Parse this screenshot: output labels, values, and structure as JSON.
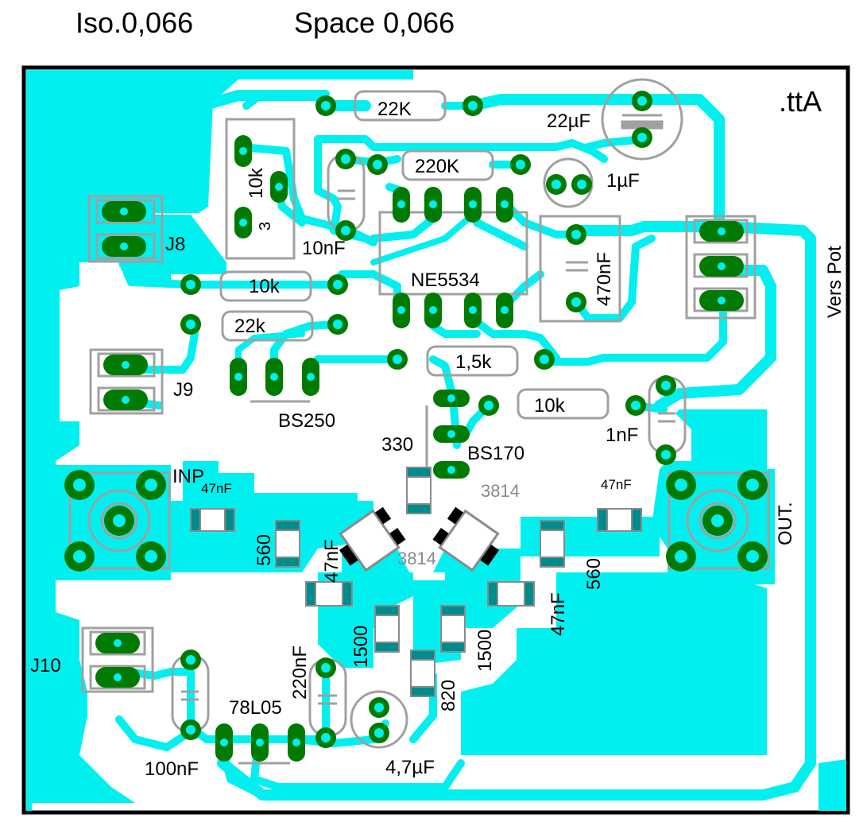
{
  "header": {
    "iso": "Iso.0,066",
    "space": "Space 0,066"
  },
  "colors": {
    "copper": "#00f0f0",
    "pad": "#007a00",
    "pad_hole": "#00f0f0",
    "outline": "#a0a0a0",
    "smd_pad": "#008c8c",
    "board_edge": "#000000"
  },
  "labels": {
    "att": ".ttA",
    "r_22K": "22K",
    "c_22uF": "22µF",
    "r_220K": "220K",
    "c_1uF": "1µF",
    "pot_10k": "10k",
    "pot_3": "3",
    "c_10nF": "10nF",
    "j8": "J8",
    "ic": "NE5534",
    "c_470nF": "470nF",
    "vers_pot": "Vers Pot",
    "r_10k_a": "10k",
    "r_22k": "22k",
    "j9": "J9",
    "r_1_5k": "1,5k",
    "bs250": "BS250",
    "r_10k_b": "10k",
    "c_1nF": "1nF",
    "r_330": "330",
    "bs170": "BS170",
    "inp": "INP",
    "c_47nF_in": "47nF",
    "t_3814_top": "3814",
    "c_47nF_out": "47nF",
    "out": "OUT.",
    "r_560_left": "560",
    "c_47nF_left": "47nF",
    "t_3814_mid": "3814",
    "r_560_right": "560",
    "c_47nF_right": "47nF",
    "r_1500_left": "1500",
    "r_1500_right": "1500",
    "r_820": "820",
    "j10": "J10",
    "c_220nF": "220nF",
    "reg": "78L05",
    "c_100nF": "100nF",
    "c_4_7uF": "4,7µF"
  }
}
